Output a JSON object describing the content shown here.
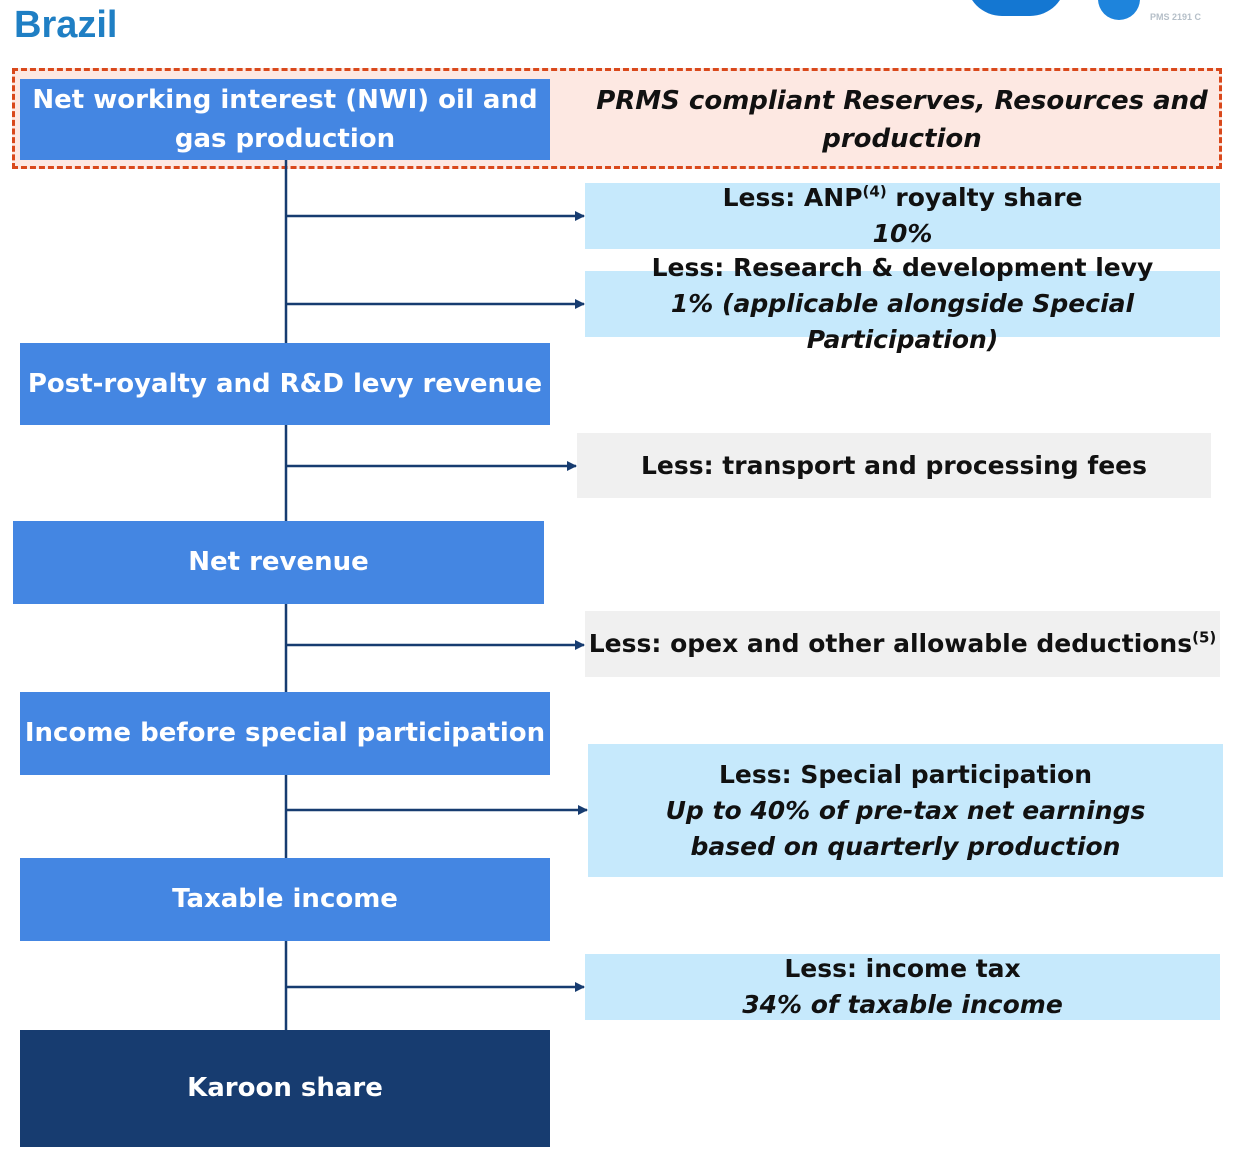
{
  "header": {
    "title": "Brazil",
    "logo_text": "PMS 2191 C"
  },
  "diagram": {
    "main_boxes": [
      {
        "label": "Net working interest (NWI) oil and gas production"
      },
      {
        "label": "Post-royalty and R&D levy revenue"
      },
      {
        "label": "Net revenue"
      },
      {
        "label": "Income before special participation"
      },
      {
        "label": "Taxable income"
      },
      {
        "label": "Karoon share"
      }
    ],
    "highlight_note": "PRMS compliant Reserves, Resources and production",
    "deductions": [
      {
        "label": "Less: ANP",
        "sup": "(4)",
        "label_rest": " royalty share",
        "detail": "10%"
      },
      {
        "label": "Less: Research & development levy",
        "detail": "1% (applicable alongside Special Participation)"
      },
      {
        "label": "Less: transport and processing fees"
      },
      {
        "label": "Less: opex and other allowable deductions",
        "sup": "(5)"
      },
      {
        "label": "Less: Special participation",
        "detail": "Up to 40% of pre-tax net earnings based on quarterly production"
      },
      {
        "label": "Less: income tax",
        "detail": "34% of taxable income"
      }
    ],
    "colors": {
      "box_blue": "#4486e2",
      "box_dark": "#173c70",
      "note_light_blue": "#c6e9fc",
      "note_grey": "#f0f0f0",
      "frame_orange": "#d9481b",
      "frame_fill": "#fde8e2",
      "connector": "#173c70"
    }
  }
}
